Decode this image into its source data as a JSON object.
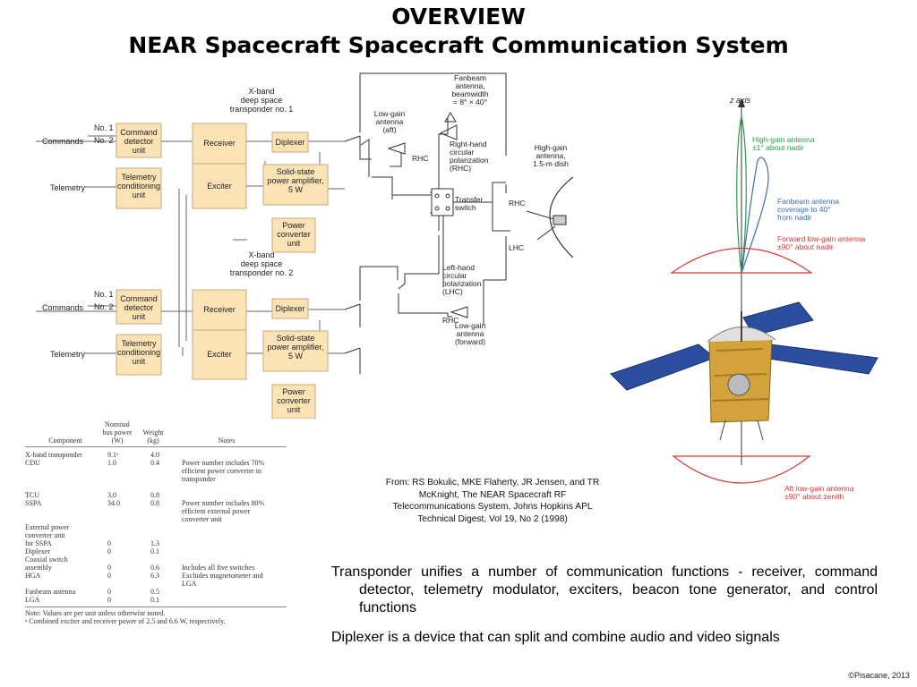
{
  "title": "OVERVIEW",
  "subtitle": "NEAR Spacecraft Spacecraft Communication System",
  "block_diagram": {
    "transponder1_label": "X-band deep space transponder no. 1",
    "transponder2_label": "X-band deep space transponder no. 2",
    "no1": "No. 1",
    "no2": "No. 2",
    "commands": "Commands",
    "telemetry": "Telemetry",
    "command_detector_unit": "Command detector unit",
    "telemetry_conditioning_unit": "Telemetry conditioning unit",
    "receiver": "Receiver",
    "exciter": "Exciter",
    "diplexer": "Diplexer",
    "sspa": "Solid-state power amplifier, 5 W",
    "power_converter_unit": "Power converter unit",
    "lga_aft": "Low-gain antenna (aft)",
    "fanbeam": "Fanbeam antenna, beamwidth = 8° × 40°",
    "rhc": "RHC",
    "lhc": "LHC",
    "rhcp": "Right-hand circular polarization (RHC)",
    "lhcp": "Left-hand circular polarization (LHC)",
    "transfer_switch": "Transfer switch",
    "hga": "High-gain antenna, 1.5-m dish",
    "lga_forward": "Low-gain antenna (forward)"
  },
  "pattern": {
    "z_axis": "z axis",
    "hga_label": "High-gain antenna ±1° about nadir",
    "fanbeam_label": "Fanbeam antenna coverage to 40° from nadir",
    "fwd_lga_label": "Forward low-gain antenna ±90° about nadir",
    "aft_lga_label": "Aft low-gain antenna ±90° about zenith",
    "colors": {
      "hga": "#2a9a4a",
      "fanbeam": "#3a6fb0",
      "lga": "#d8383a"
    }
  },
  "table": {
    "headers": {
      "component": "Component",
      "power": "Nominal bus power (W)",
      "weight": "Weight (kg)",
      "notes": "Notes"
    },
    "rows": [
      {
        "component": "X-band transponder",
        "power": "9.1ᵃ",
        "weight": "4.0",
        "notes": ""
      },
      {
        "component": "CDU",
        "power": "1.0",
        "weight": "0.4",
        "notes": "Power number includes 70%"
      },
      {
        "component": "",
        "power": "",
        "weight": "",
        "notes": "efficient power converter in"
      },
      {
        "component": "",
        "power": "",
        "weight": "",
        "notes": "transponder"
      },
      {
        "component": "",
        "power": "",
        "weight": "",
        "notes": ""
      },
      {
        "component": "TCU",
        "power": "3.0",
        "weight": "0.8",
        "notes": ""
      },
      {
        "component": "SSPA",
        "power": "34.0",
        "weight": "0.8",
        "notes": "Power number includes 80%"
      },
      {
        "component": "",
        "power": "",
        "weight": "",
        "notes": "efficient external power"
      },
      {
        "component": "",
        "power": "",
        "weight": "",
        "notes": "converter unit"
      },
      {
        "component": "External power",
        "power": "",
        "weight": "",
        "notes": ""
      },
      {
        "component": "   converter unit",
        "power": "",
        "weight": "",
        "notes": ""
      },
      {
        "component": "   for SSPA",
        "power": "0",
        "weight": "1.3",
        "notes": ""
      },
      {
        "component": "Diplexer",
        "power": "0",
        "weight": "0.1",
        "notes": ""
      },
      {
        "component": "Coaxial switch",
        "power": "",
        "weight": "",
        "notes": ""
      },
      {
        "component": "   assembly",
        "power": "0",
        "weight": "0.6",
        "notes": "Includes all five switches"
      },
      {
        "component": "HGA",
        "power": "0",
        "weight": "6.3",
        "notes": "Excludes magnetometer and"
      },
      {
        "component": "",
        "power": "",
        "weight": "",
        "notes": "LGA"
      },
      {
        "component": "Fanbeam antenna",
        "power": "0",
        "weight": "0.5",
        "notes": ""
      },
      {
        "component": "LGA",
        "power": "0",
        "weight": "0.1",
        "notes": ""
      }
    ],
    "note1": "Note: Values are per unit unless otherwise noted.",
    "note2": "ᵃ Combined exciter and receiver power of 2.5 and 6.6 W, respectively."
  },
  "source": "From: RS Bokulic, MKE Flaherty, JR Jensen, and TR McKnight, The NEAR Spacecraft RF Telecommunications System, Johns Hopkins APL Technical Digest, Vol 19, No 2 (1998)",
  "bullet1": "Transponder unifies a number of communication functions - receiver, command detector, telemetry modulator, exciters, beacon tone generator, and control functions",
  "bullet2": "Diplexer is a device that can split and combine audio and video signals",
  "copyright": "©Pisacane, 2013"
}
